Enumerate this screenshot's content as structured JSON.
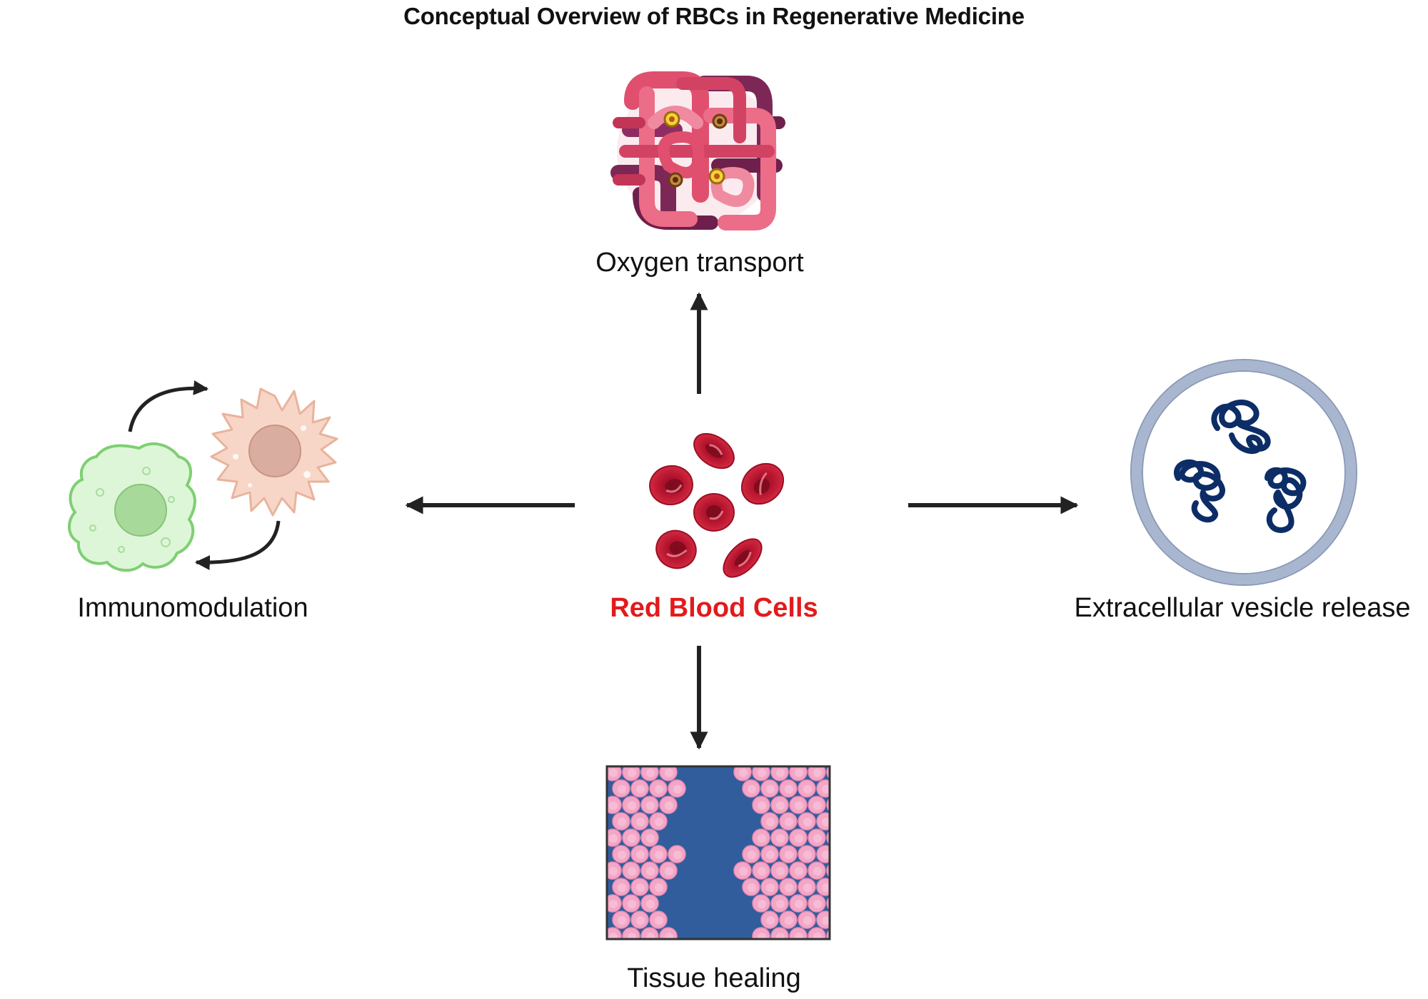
{
  "title": "Conceptual Overview of RBCs in Regenerative Medicine",
  "center": {
    "label": "Red Blood Cells"
  },
  "nodes": {
    "top": {
      "label": "Oxygen transport",
      "icon": "hemoglobin-icon"
    },
    "left": {
      "label": "Immunomodulation",
      "icon": "immune-cells-icon"
    },
    "right": {
      "label": "Extracellular vesicle release",
      "icon": "vesicle-icon"
    },
    "bottom": {
      "label": "Tissue healing",
      "icon": "wound-tissue-icon"
    }
  },
  "colors": {
    "center_label": "#e31a1c",
    "arrow": "#222222",
    "rbc": "#c4172f",
    "vesicle_ring": "#a8b7cf",
    "vesicle_strand": "#0c2d66",
    "wound_gap": "#315d9c",
    "tissue_cell": "#f4a6c6"
  }
}
